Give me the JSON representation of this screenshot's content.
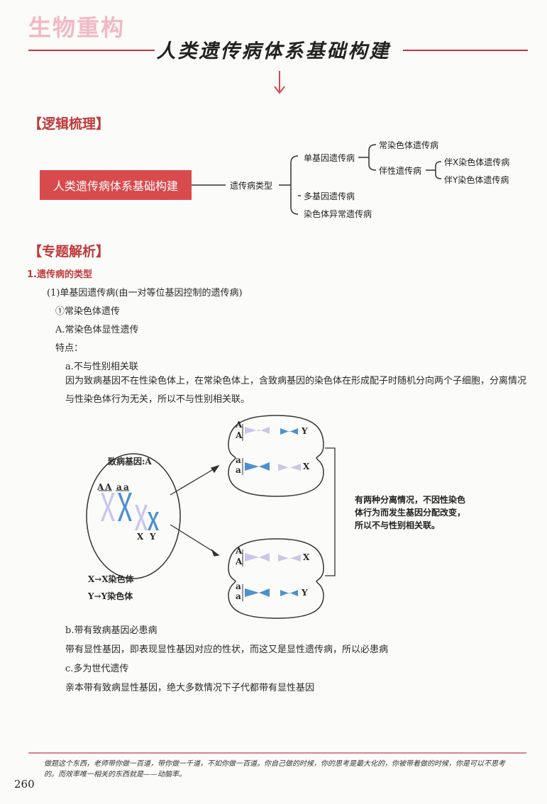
{
  "header": {
    "brand": "生物重构",
    "title": "人类遗传病体系基础构建"
  },
  "logic": {
    "heading": "【逻辑梳理】",
    "root": "人类遗传病体系基础构建",
    "branch": "遗传病类型",
    "single_gene": "单基因遗传病",
    "autosomal": "常染色体遗传病",
    "sex_linked": "伴性遗传病",
    "x_linked": "伴X染色体遗传病",
    "y_linked": "伴Y染色体遗传病",
    "multi_gene": "多基因遗传病",
    "chromosomal": "染色体异常遗传病"
  },
  "analysis": {
    "heading": "【专题解析】",
    "h1": "1.遗传病的类型",
    "h2": "(1)单基因遗传病(由一对等位基因控制的遗传病)",
    "h3": "①常染色体遗传",
    "h4": "A.常染色体显性遗传",
    "features": "特点：",
    "a_title": "a.不与性别相关联",
    "a_text": "因为致病基因不在性染色体上，在常染色体上，含致病基因的染色体在形成配子时随机分向两个子细胞，分离情况与性染色体行为无关，所以不与性别相关联。",
    "b_title": "b.带有致病基因必患病",
    "b_text": "带有显性基因，即表现显性基因对应的性状，而这又是显性遗传病，所以必患病",
    "c_title": "c.多为世代遗传",
    "c_text": "亲本带有致病显性基因，绝大多数情况下子代都带有显性基因"
  },
  "diagram": {
    "gene_label": "致病基因:A",
    "allele_A": "A",
    "allele_a": "a",
    "chrom_X": "X",
    "chrom_Y": "Y",
    "legend_x": "X→X染色体",
    "legend_y": "Y→Y染色体",
    "note_line1": "有两种分离情况，不因性染色",
    "note_line2": "体行为而发生基因分配改变，",
    "note_line3": "所以不与性别相关联。",
    "colors": {
      "light_chrom": "#c9c6ea",
      "blue_chrom": "#4d8fd1",
      "accent_red": "#c8333d"
    }
  },
  "footer": {
    "quote": "做题这个东西，老师带你做一百道，带你做一千道，不如你做一百道。你自己做的时候，你的思考是最大化的，你被带着做的时候，你是可以不思考的。而效率唯一相关的东西就是——动脑率。",
    "page_number": "260"
  }
}
